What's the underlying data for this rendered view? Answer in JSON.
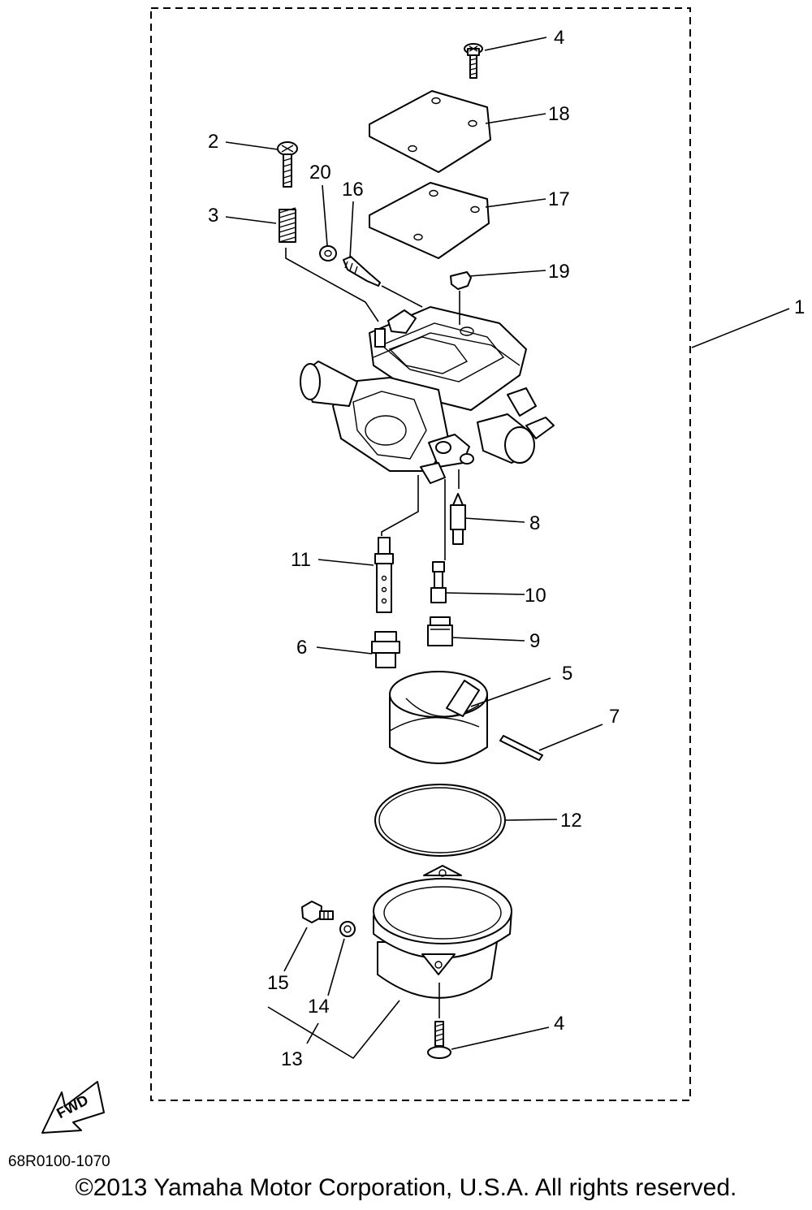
{
  "callouts": {
    "c1": "1",
    "c2": "2",
    "c3": "3",
    "c4a": "4",
    "c4b": "4",
    "c5": "5",
    "c6": "6",
    "c7": "7",
    "c8": "8",
    "c9": "9",
    "c10": "10",
    "c11": "11",
    "c12": "12",
    "c13": "13",
    "c14": "14",
    "c15": "15",
    "c16": "16",
    "c17": "17",
    "c18": "18",
    "c19": "19",
    "c20": "20"
  },
  "fwd_label": "FWD",
  "doc_code": "68R0100-1070",
  "copyright": "©2013 Yamaha Motor Corporation, U.S.A. All rights reserved."
}
